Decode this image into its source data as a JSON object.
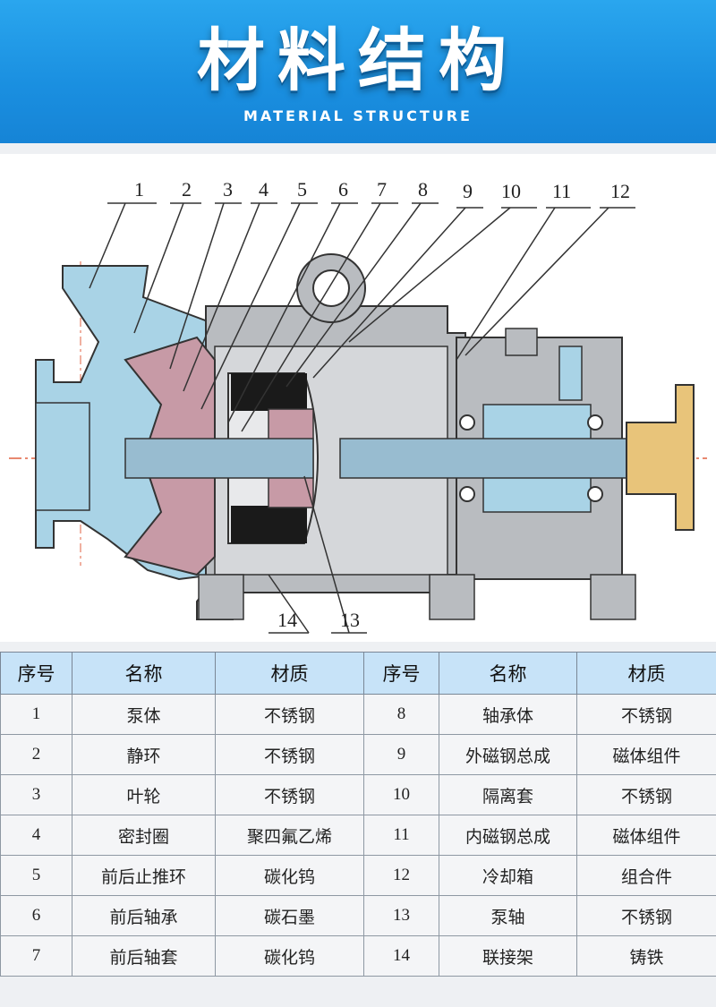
{
  "header": {
    "title": "材料结构",
    "subtitle": "MATERIAL STRUCTURE"
  },
  "diagram": {
    "callouts": [
      "1",
      "2",
      "3",
      "4",
      "5",
      "6",
      "7",
      "8",
      "9",
      "10",
      "11",
      "12",
      "13",
      "14"
    ],
    "colors": {
      "casing": "#a9d3e6",
      "impeller": "#c79aa6",
      "magnet": "#1a1a1a",
      "coupling": "#e8c47a",
      "housing": "#b9bcc0",
      "shaft": "#98bcd0"
    }
  },
  "table": {
    "headers": [
      "序号",
      "名称",
      "材质",
      "序号",
      "名称",
      "材质"
    ],
    "rows": [
      [
        "1",
        "泵体",
        "不锈钢",
        "8",
        "轴承体",
        "不锈钢"
      ],
      [
        "2",
        "静环",
        "不锈钢",
        "9",
        "外磁钢总成",
        "磁体组件"
      ],
      [
        "3",
        "叶轮",
        "不锈钢",
        "10",
        "隔离套",
        "不锈钢"
      ],
      [
        "4",
        "密封圈",
        "聚四氟乙烯",
        "11",
        "内磁钢总成",
        "磁体组件"
      ],
      [
        "5",
        "前后止推环",
        "碳化钨",
        "12",
        "冷却箱",
        "组合件"
      ],
      [
        "6",
        "前后轴承",
        "碳石墨",
        "13",
        "泵轴",
        "不锈钢"
      ],
      [
        "7",
        "前后轴套",
        "碳化钨",
        "14",
        "联接架",
        "铸铁"
      ]
    ]
  }
}
